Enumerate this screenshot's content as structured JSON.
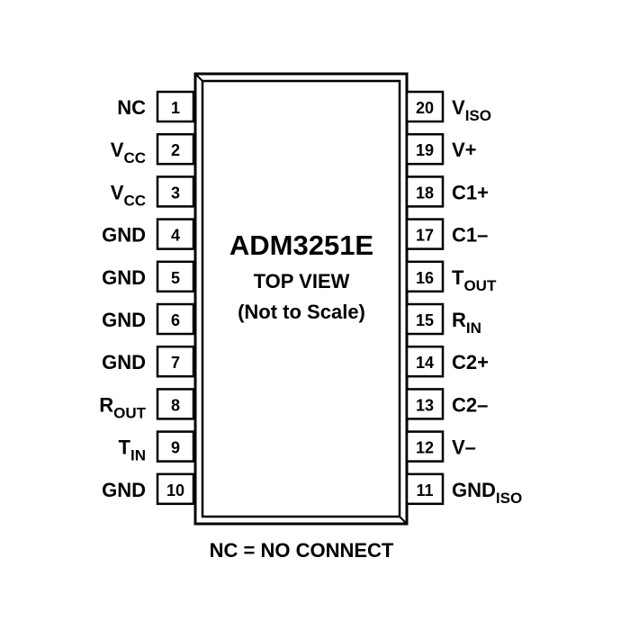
{
  "chip": {
    "name": "ADM3251E",
    "view": "TOP VIEW",
    "scale_note": "(Not to Scale)"
  },
  "footnote": "NC = NO CONNECT",
  "left_pins": [
    {
      "number": "1",
      "label": "NC",
      "sub": ""
    },
    {
      "number": "2",
      "label": "V",
      "sub": "CC"
    },
    {
      "number": "3",
      "label": "V",
      "sub": "CC"
    },
    {
      "number": "4",
      "label": "GND",
      "sub": ""
    },
    {
      "number": "5",
      "label": "GND",
      "sub": ""
    },
    {
      "number": "6",
      "label": "GND",
      "sub": ""
    },
    {
      "number": "7",
      "label": "GND",
      "sub": ""
    },
    {
      "number": "8",
      "label": "R",
      "sub": "OUT"
    },
    {
      "number": "9",
      "label": "T",
      "sub": "IN"
    },
    {
      "number": "10",
      "label": "GND",
      "sub": ""
    }
  ],
  "right_pins": [
    {
      "number": "20",
      "label": "V",
      "sub": "ISO"
    },
    {
      "number": "19",
      "label": "V+",
      "sub": ""
    },
    {
      "number": "18",
      "label": "C1+",
      "sub": ""
    },
    {
      "number": "17",
      "label": "C1–",
      "sub": ""
    },
    {
      "number": "16",
      "label": "T",
      "sub": "OUT"
    },
    {
      "number": "15",
      "label": "R",
      "sub": "IN"
    },
    {
      "number": "14",
      "label": "C2+",
      "sub": ""
    },
    {
      "number": "13",
      "label": "C2–",
      "sub": ""
    },
    {
      "number": "12",
      "label": "V–",
      "sub": ""
    },
    {
      "number": "11",
      "label": "GND",
      "sub": "ISO"
    }
  ]
}
